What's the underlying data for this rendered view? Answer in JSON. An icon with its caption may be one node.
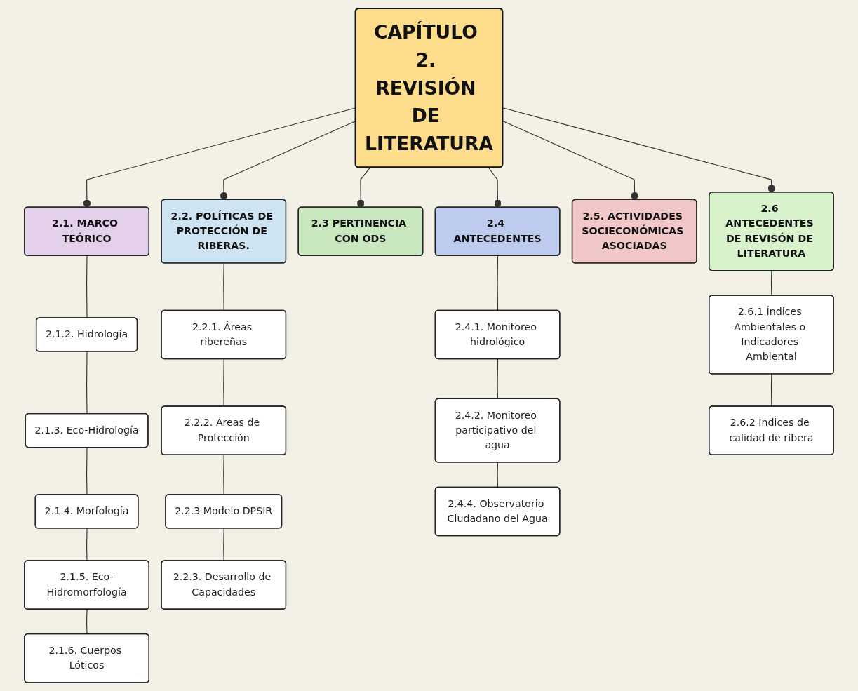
{
  "diagram": {
    "nodes": [
      {
        "text": [
          "CAPÍTULO 2. REVISIÓN DE LITERATURA"
        ]
      },
      {
        "text": [
          "2.1. MARCO TEÓRICO"
        ]
      },
      {
        "text": [
          "2.1.2. Hidrología"
        ]
      },
      {
        "text": [
          "2.1.3. Eco-Hidrología"
        ]
      },
      {
        "text": [
          "2.1.4. Morfología"
        ]
      },
      {
        "text": [
          "2.1.5. Eco-Hidromorfología"
        ]
      },
      {
        "text": [
          "2.1.6. Cuerpos Lóticos"
        ]
      },
      {
        "text": [
          "2.2. POLÍTICAS DE PROTECCIÓN DE RIBERAS."
        ]
      },
      {
        "text": [
          "2.2.1. Áreas ribereñas"
        ]
      },
      {
        "text": [
          "2.2.2. Áreas de Protección"
        ]
      },
      {
        "text": [
          "2.2.3 Modelo DPSIR"
        ]
      },
      {
        "text": [
          "2.2.3. Desarrollo de Capacidades"
        ]
      },
      {
        "text": [
          "2.3 PERTINENCIA CON ODS"
        ]
      },
      {
        "text": [
          "2.4 ANTECEDENTES"
        ]
      },
      {
        "text": [
          "2.4.1. Monitoreo hidrológico"
        ]
      },
      {
        "text": [
          "2.4.2. Monitoreo participativo del agua"
        ]
      },
      {
        "text": [
          "2.4.4. Observatorio Ciudadano del Agua"
        ]
      },
      {
        "text": [
          "2.5. ACTIVIDADES SOCIECONÓMICAS ASOCIADAS"
        ]
      },
      {
        "text": [
          "2.6 ANTECEDENTES DE REVISÓN DE LITERATURA"
        ]
      },
      {
        "text": [
          "2.6.1 Índices Ambientales o Indicadores Ambiental"
        ]
      },
      {
        "text": [
          "2.6.2 Índices de calidad de ribera"
        ]
      }
    ],
    "edges": [
      {
        "from": 0,
        "to": 1,
        "arrow": "other"
      },
      {
        "from": 0,
        "to": 7,
        "arrow": "other"
      },
      {
        "from": 0,
        "to": 12,
        "arrow": "other"
      },
      {
        "from": 0,
        "to": 13,
        "arrow": "other"
      },
      {
        "from": 0,
        "to": 17,
        "arrow": "other"
      },
      {
        "from": 0,
        "to": 18,
        "arrow": "other"
      },
      {
        "from": 1,
        "to": 2,
        "arrow": "none"
      },
      {
        "from": 2,
        "to": 3,
        "arrow": "none"
      },
      {
        "from": 3,
        "to": 4,
        "arrow": "none"
      },
      {
        "from": 4,
        "to": 5,
        "arrow": "none"
      },
      {
        "from": 5,
        "to": 6,
        "arrow": "none"
      },
      {
        "from": 7,
        "to": 8,
        "arrow": "none"
      },
      {
        "from": 8,
        "to": 9,
        "arrow": "none"
      },
      {
        "from": 9,
        "to": 10,
        "arrow": "none"
      },
      {
        "from": 10,
        "to": 11,
        "arrow": "none"
      },
      {
        "from": 13,
        "to": 14,
        "arrow": "none"
      },
      {
        "from": 14,
        "to": 15,
        "arrow": "none"
      },
      {
        "from": 15,
        "to": 16,
        "arrow": "none"
      },
      {
        "from": 18,
        "to": 19,
        "arrow": "none"
      },
      {
        "from": 19,
        "to": 20,
        "arrow": "none"
      }
    ]
  }
}
